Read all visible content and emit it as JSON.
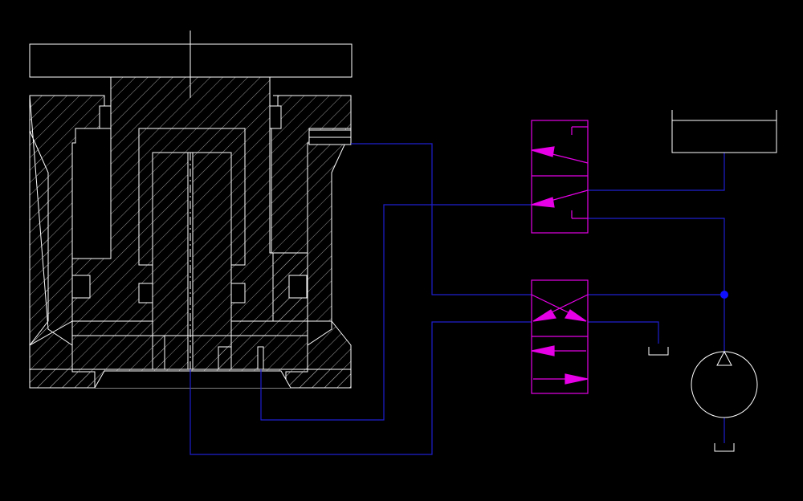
{
  "drawing": {
    "background_color": "#000000",
    "colors": {
      "outline": "#ffffff",
      "hydraulic_line": "#1f1fd0",
      "valve": "#e600e6",
      "junction": "#1010ff",
      "pump_arrow": "#ffffff"
    },
    "components": [
      "press-cylinder-section",
      "directional-valve-upper",
      "directional-valve-lower",
      "hydraulic-pump",
      "oil-reservoir",
      "tank-symbol-valve",
      "tank-symbol-pump"
    ]
  }
}
